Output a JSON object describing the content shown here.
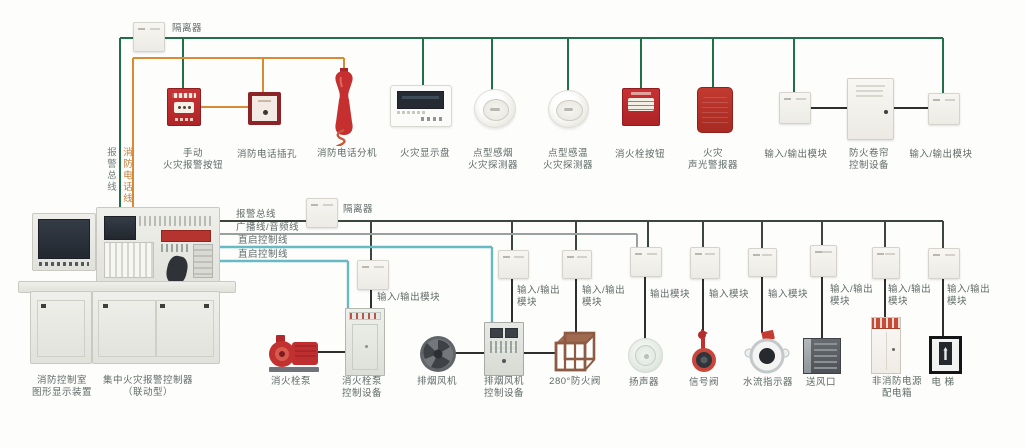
{
  "colors": {
    "alarm_bus_green": "#20714a",
    "phone_line_orange": "#d98a33",
    "alarm_bus_dark": "#3c463f",
    "broadcast_line_gray": "#99a1a0",
    "direct_control_teal": "#67bac4",
    "connector_black": "#2d2f2e",
    "device_red": "#c0302f",
    "background": "#fdfdfc"
  },
  "left_bus_labels": {
    "alarm_bus": "报警总线",
    "phone_line": "消防电话线"
  },
  "top_section": {
    "isolator": "隔离器",
    "devices": [
      "手动\n火灾报警按钮",
      "消防电话插孔",
      "消防电话分机",
      "火灾显示盘",
      "点型感烟\n火灾探测器",
      "点型感温\n火灾探测器",
      "消火栓按钮",
      "火灾\n声光警报器",
      "输入/输出模块",
      "防火卷帘\n控制设备",
      "输入/输出模块"
    ]
  },
  "mid_section": {
    "isolator": "隔离器",
    "bus_labels": [
      "报警总线",
      "广播线/音频线",
      "直启控制线",
      "直启控制线"
    ],
    "module_labels": [
      "输入/输出模块",
      "输入/输出\n模块",
      "输入/输出\n模块",
      "输出模块",
      "输入模块",
      "输入模块",
      "输入/输出\n模块",
      "输入/输出\n模块",
      "输入/输出\n模块"
    ]
  },
  "bottom_section": {
    "console_labels": [
      "消防控制室\n图形显示装置",
      "集中火灾报警控制器\n（联动型）"
    ],
    "devices": [
      "消火栓泵",
      "消火栓泵\n控制设备",
      "排烟风机",
      "排烟风机\n控制设备",
      "280°防火阀",
      "扬声器",
      "信号阀",
      "水流指示器",
      "送风口",
      "非消防电源\n配电箱",
      "电 梯"
    ]
  }
}
